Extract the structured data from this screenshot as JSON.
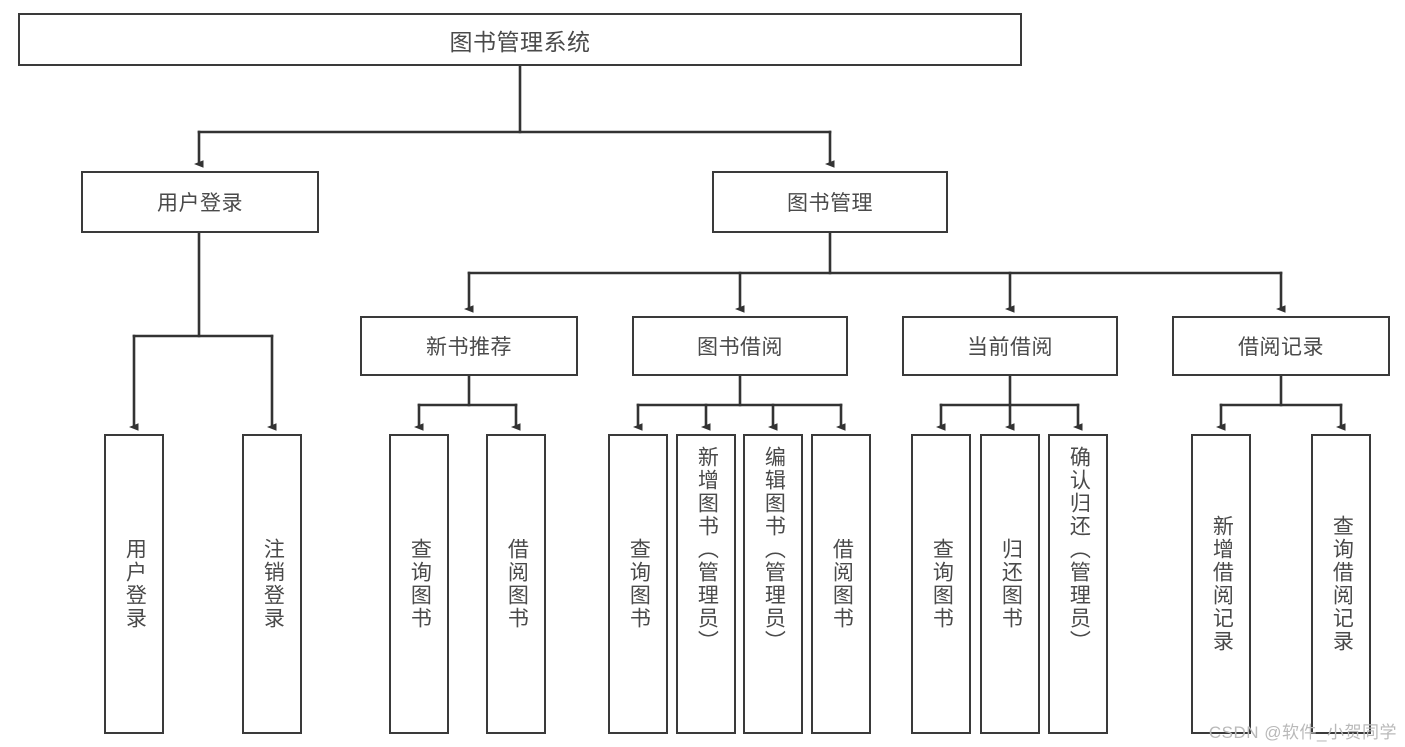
{
  "diagram": {
    "type": "tree",
    "title": "图书管理系统",
    "orientation": "top-down",
    "colors": {
      "background": "#ffffff",
      "node_fill": "#ffffff",
      "node_border": "#3a3a3a",
      "edge": "#3a3a3a",
      "text": "#4a4a4a",
      "watermark": "#b9b9b9"
    },
    "root": {
      "id": "root",
      "label": "图书管理系统"
    },
    "level2": [
      {
        "id": "user-login",
        "label": "用户登录"
      },
      {
        "id": "book-manage",
        "label": "图书管理"
      }
    ],
    "level3": [
      {
        "id": "new-book-recommend",
        "label": "新书推荐"
      },
      {
        "id": "book-borrow",
        "label": "图书借阅"
      },
      {
        "id": "current-borrow",
        "label": "当前借阅"
      },
      {
        "id": "borrow-record",
        "label": "借阅记录"
      }
    ],
    "leaves": [
      {
        "id": "leaf-user-login",
        "label": "用户登录",
        "parent": "user-login"
      },
      {
        "id": "leaf-logout",
        "label": "注销登录",
        "parent": "user-login"
      },
      {
        "id": "leaf-query-book-1",
        "label": "查询图书",
        "parent": "new-book-recommend"
      },
      {
        "id": "leaf-borrow-book-1",
        "label": "借阅图书",
        "parent": "new-book-recommend"
      },
      {
        "id": "leaf-query-book-2",
        "label": "查询图书",
        "parent": "book-borrow"
      },
      {
        "id": "leaf-add-book",
        "label": "新增图书（管理员）",
        "parent": "book-borrow"
      },
      {
        "id": "leaf-edit-book",
        "label": "编辑图书（管理员）",
        "parent": "book-borrow"
      },
      {
        "id": "leaf-borrow-book-2",
        "label": "借阅图书",
        "parent": "book-borrow"
      },
      {
        "id": "leaf-query-book-3",
        "label": "查询图书",
        "parent": "current-borrow"
      },
      {
        "id": "leaf-return-book",
        "label": "归还图书",
        "parent": "current-borrow"
      },
      {
        "id": "leaf-confirm-return",
        "label": "确认归还（管理员）",
        "parent": "current-borrow"
      },
      {
        "id": "leaf-add-record",
        "label": "新增借阅记录",
        "parent": "borrow-record"
      },
      {
        "id": "leaf-query-record",
        "label": "查询借阅记录",
        "parent": "borrow-record"
      }
    ]
  },
  "watermark": {
    "text": "CSDN @软件_小贺同学"
  }
}
